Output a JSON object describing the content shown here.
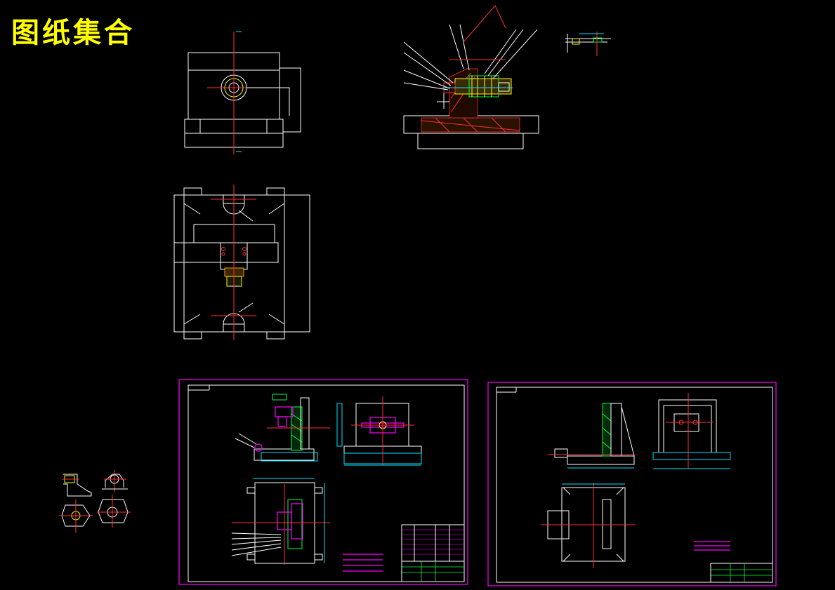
{
  "header": {
    "title": "图纸集合"
  },
  "colors": {
    "background": "#000000",
    "title": "#ffff00",
    "outline": "#ffffff",
    "centerline": "#ff3030",
    "dimension": "#00e5ff",
    "hatch": "#00ff40",
    "frame": "#ff00ff"
  },
  "views": [
    {
      "name": "top-view",
      "icon": "fixture-top-view"
    },
    {
      "name": "section-view",
      "icon": "fixture-section-view"
    },
    {
      "name": "plan-view",
      "icon": "fixture-plan-view"
    },
    {
      "name": "detail-view",
      "icon": "small-detail-view"
    },
    {
      "name": "part-views",
      "icon": "part-views"
    },
    {
      "name": "assembly-sheet",
      "icon": "drawing-sheet"
    },
    {
      "name": "part-sheet",
      "icon": "drawing-sheet"
    }
  ]
}
